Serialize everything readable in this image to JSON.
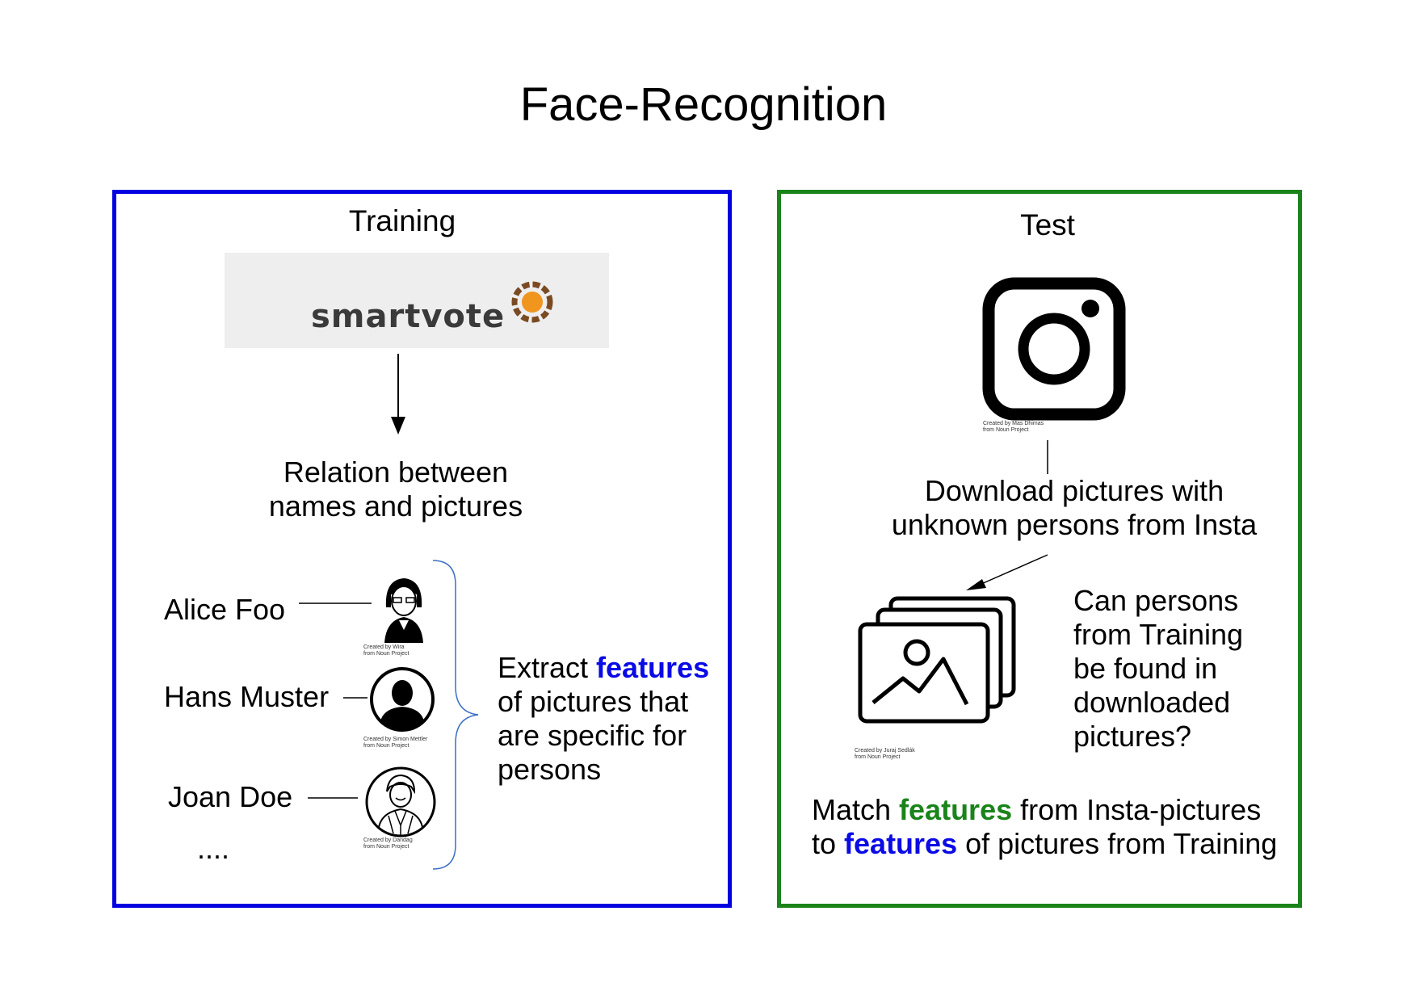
{
  "title": "Face-Recognition",
  "colors": {
    "training_border": "#0000e0",
    "test_border": "#1a841a",
    "feature_blue": "#0a0ae6",
    "feature_green": "#1a841a",
    "logo_orange": "#f0951e",
    "logo_brown": "#7a4a22"
  },
  "training": {
    "title": "Training",
    "logo_text": "smartvote",
    "relation": [
      "Relation between",
      "names and pictures"
    ],
    "persons": [
      {
        "name": "Alice Foo",
        "icon": "woman-avatar-icon",
        "credit": [
          "Created by Wira",
          "from Noun Project"
        ]
      },
      {
        "name": "Hans Muster",
        "icon": "man-silhouette-icon",
        "credit": [
          "Created by Simon Mettler",
          "from Noun Project"
        ]
      },
      {
        "name": "Joan Doe",
        "icon": "man-suit-avatar-icon",
        "credit": [
          "Created by Dandag",
          "from Noun Project"
        ]
      }
    ],
    "ellipsis": "....",
    "extract": {
      "pre": "Extract ",
      "highlight": "features",
      "lines": [
        "of pictures that",
        "are specific for",
        "persons"
      ]
    }
  },
  "test": {
    "title": "Test",
    "camera_credit": [
      "Created by Mas Dhimas",
      "from Noun Project"
    ],
    "download": [
      "Download pictures with",
      "unknown persons from Insta"
    ],
    "pictures_credit": [
      "Created by Juraj Sedlák",
      "from Noun Project"
    ],
    "question": [
      "Can persons",
      "from Training",
      "be found in",
      "downloaded",
      "pictures?"
    ],
    "match": {
      "line1_pre": "Match ",
      "line1_hl": "features",
      "line1_post": " from Insta-pictures",
      "line2_pre": "to ",
      "line2_hl": "features",
      "line2_post": " of pictures from Training"
    }
  }
}
